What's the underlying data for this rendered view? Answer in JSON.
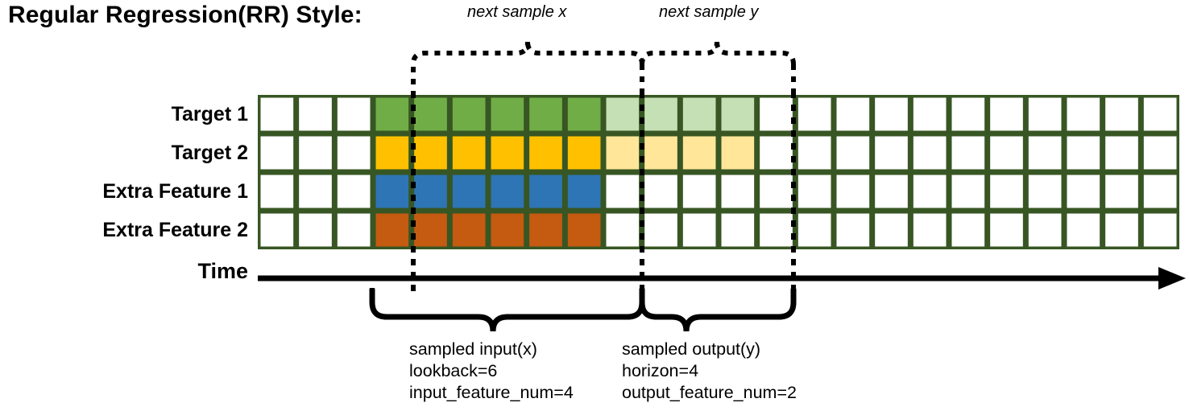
{
  "title": "Regular Regression(RR) Style:",
  "annotations": {
    "next_sample_x": "next sample x",
    "next_sample_y": "next sample y"
  },
  "axis": {
    "time_label": "Time",
    "arrow_icon": "right-arrow-icon"
  },
  "rows": [
    {
      "label": "Target 1",
      "key": "target-1",
      "fill_solid": "#70AD47",
      "fill_faded": "#C5E0B4"
    },
    {
      "label": "Target 2",
      "key": "target-2",
      "fill_solid": "#FFC000",
      "fill_faded": "#FFE699"
    },
    {
      "label": "Extra Feature 1",
      "key": "extra-feature-1",
      "fill_solid": "#2E75B6",
      "fill_faded": null
    },
    {
      "label": "Extra Feature 2",
      "key": "extra-feature-2",
      "fill_solid": "#C55A11",
      "fill_faded": null
    }
  ],
  "grid": {
    "columns": 24,
    "rows": 4,
    "border_color": "#375623",
    "empty_fill": "#FFFFFF",
    "input_start_col": 3,
    "input_end_col": 9,
    "output_start_col": 9,
    "output_end_col": 13,
    "cell_states": [
      [
        "empty",
        "empty",
        "empty",
        "solid",
        "solid",
        "solid",
        "solid",
        "solid",
        "solid",
        "faded",
        "faded",
        "faded",
        "faded",
        "empty",
        "empty",
        "empty",
        "empty",
        "empty",
        "empty",
        "empty",
        "empty",
        "empty",
        "empty",
        "empty"
      ],
      [
        "empty",
        "empty",
        "empty",
        "solid",
        "solid",
        "solid",
        "solid",
        "solid",
        "solid",
        "faded",
        "faded",
        "faded",
        "faded",
        "empty",
        "empty",
        "empty",
        "empty",
        "empty",
        "empty",
        "empty",
        "empty",
        "empty",
        "empty",
        "empty"
      ],
      [
        "empty",
        "empty",
        "empty",
        "solid",
        "solid",
        "solid",
        "solid",
        "solid",
        "solid",
        "empty",
        "empty",
        "empty",
        "empty",
        "empty",
        "empty",
        "empty",
        "empty",
        "empty",
        "empty",
        "empty",
        "empty",
        "empty",
        "empty",
        "empty"
      ],
      [
        "empty",
        "empty",
        "empty",
        "solid",
        "solid",
        "solid",
        "solid",
        "solid",
        "solid",
        "empty",
        "empty",
        "empty",
        "empty",
        "empty",
        "empty",
        "empty",
        "empty",
        "empty",
        "empty",
        "empty",
        "empty",
        "empty",
        "empty",
        "empty"
      ]
    ]
  },
  "captions": {
    "input": {
      "line1": "sampled input(x)",
      "line2": "lookback=6",
      "line3": "input_feature_num=4"
    },
    "output": {
      "line1": "sampled output(y)",
      "line2": "horizon=4",
      "line3": "output_feature_num=2"
    }
  },
  "colors": {
    "grid_border": "#375623",
    "target1_solid": "#70AD47",
    "target1_faded": "#C5E0B4",
    "target2_solid": "#FFC000",
    "target2_faded": "#FFE699",
    "extra1_solid": "#2E75B6",
    "extra2_solid": "#C55A11",
    "ink": "#000000"
  }
}
